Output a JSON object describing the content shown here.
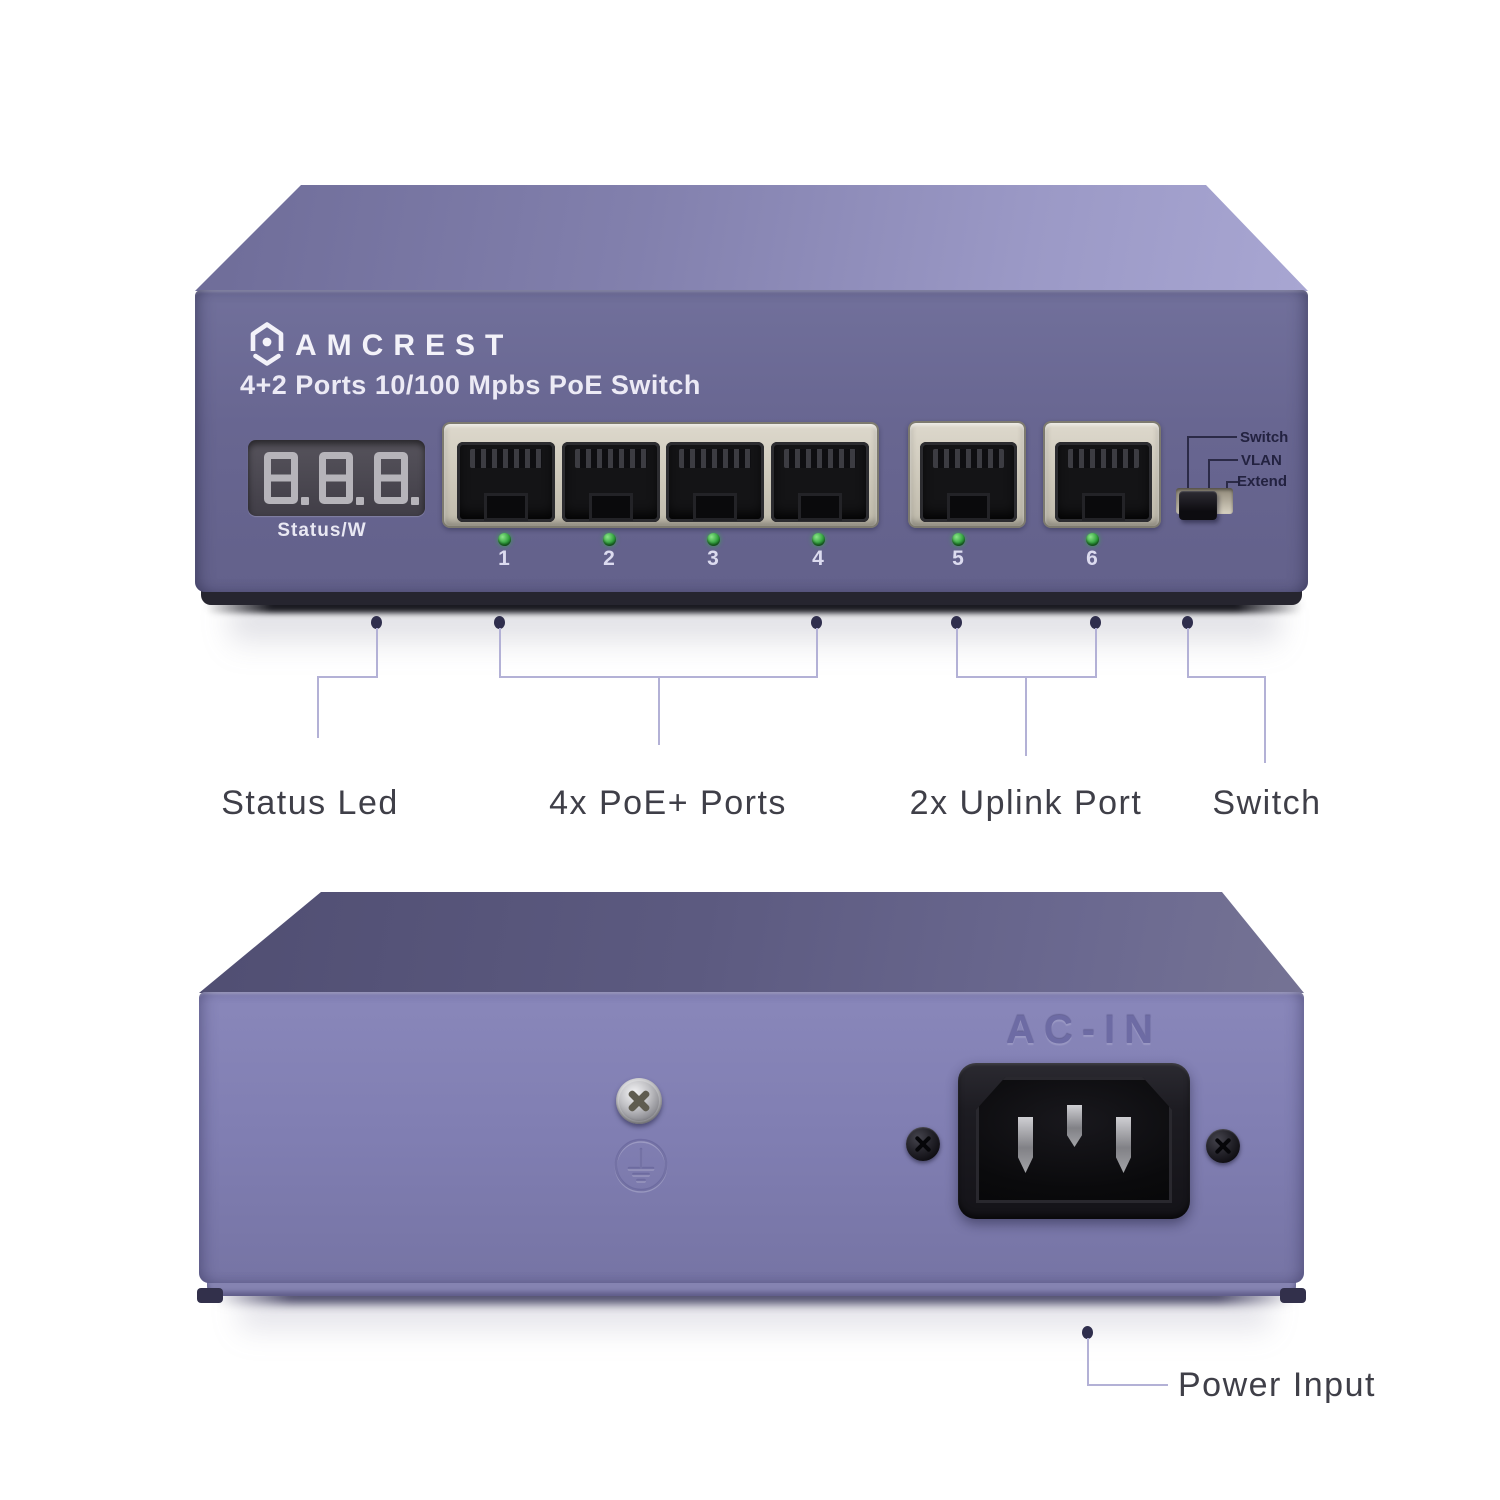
{
  "product": {
    "brand": "AMCREST",
    "subtitle": "4+2 Ports 10/100 Mpbs PoE Switch"
  },
  "front_panel": {
    "display_label": "Status/W",
    "display_digits": "8.8.8.",
    "port_numbers": [
      "1",
      "2",
      "3",
      "4",
      "5",
      "6"
    ],
    "mode_switch_labels": [
      "Switch",
      "VLAN",
      "Extend"
    ]
  },
  "rear_panel": {
    "ac_in_label": "AC-IN"
  },
  "callouts": {
    "status_led": "Status Led",
    "poe_ports": "4x PoE+ Ports",
    "uplink_ports": "2x Uplink Port",
    "mode_switch": "Switch",
    "power_input": "Power Input"
  },
  "colors": {
    "chassis_front_face": "#66648f",
    "chassis_top_face": "#9997c4",
    "chassis_rear_face": "#7e7cb0",
    "port_bezel": "#cdc8ba",
    "led_green": "#2f9e3c",
    "callout_text": "#3f3f48",
    "callout_line": "#b3b1d6",
    "callout_dot": "#2f2e4d"
  }
}
